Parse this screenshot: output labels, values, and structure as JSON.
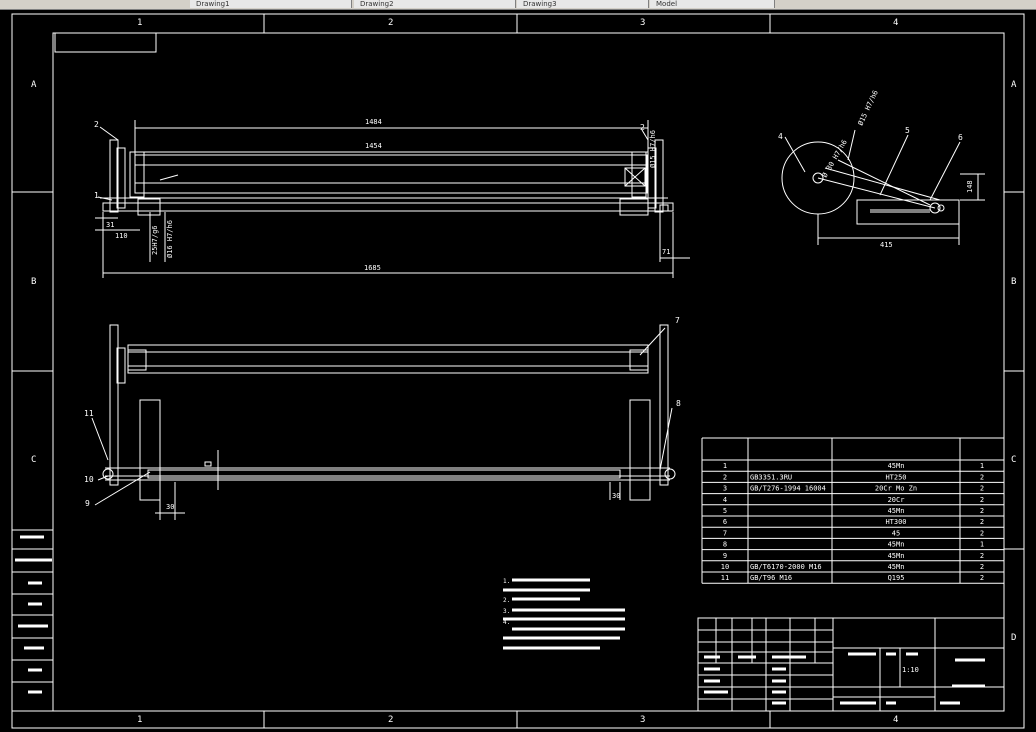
{
  "tabs": [
    {
      "label": "Drawing1"
    },
    {
      "label": "Drawing2"
    },
    {
      "label": "Drawing3"
    },
    {
      "label": "Model"
    }
  ],
  "border": {
    "columns": [
      "1",
      "2",
      "3",
      "4"
    ],
    "rows": [
      "A",
      "B",
      "C",
      "D"
    ]
  },
  "corner_label": "",
  "dims": {
    "top_1484": "1484",
    "top_1454": "1454",
    "d31": "31",
    "d110": "110",
    "fit_a": "25H7/g6",
    "fit_b": "Ø16 H7/h6",
    "d1685": "1685",
    "d71": "71",
    "right_fit": "Ø15 H7/h6",
    "d415": "415",
    "d148": "148",
    "side_fit": "Ø 30 H7/h6",
    "bot_30a": "30",
    "bot_30b": "30"
  },
  "balloons": {
    "b1": "1",
    "b2": "2",
    "b2r": "2",
    "b4": "4",
    "b5": "5",
    "b6": "6",
    "b7": "7",
    "b8": "8",
    "b9": "9",
    "b10": "10",
    "b11": "11"
  },
  "bom": {
    "headers": [
      "",
      "",
      "",
      ""
    ],
    "rows": [
      {
        "no": "1",
        "name": "",
        "material": "45Mn",
        "qty": "1"
      },
      {
        "no": "2",
        "name": "GB3351.3RU",
        "material": "HT250",
        "qty": "2"
      },
      {
        "no": "3",
        "name": "GB/T276-1994 16004",
        "material": "20Cr Mo Zn",
        "qty": "2"
      },
      {
        "no": "4",
        "name": "",
        "material": "20Cr",
        "qty": "2"
      },
      {
        "no": "5",
        "name": "",
        "material": "45Mn",
        "qty": "2"
      },
      {
        "no": "6",
        "name": "",
        "material": "HT300",
        "qty": "2"
      },
      {
        "no": "7",
        "name": "",
        "material": "45",
        "qty": "2"
      },
      {
        "no": "8",
        "name": "",
        "material": "45Mn",
        "qty": "1"
      },
      {
        "no": "9",
        "name": "",
        "material": "45Mn",
        "qty": "2"
      },
      {
        "no": "10",
        "name": "GB/T6170-2000 M16",
        "material": "45Mn",
        "qty": "2"
      },
      {
        "no": "11",
        "name": "GB/T96 M16",
        "material": "Q195",
        "qty": "2"
      }
    ]
  },
  "notes": {
    "title": "",
    "lines": [
      "1.",
      "2.",
      "3.",
      "4."
    ]
  },
  "title_block": {
    "scale": "1:10",
    "part_name": "",
    "drawing_no": ""
  },
  "left_strip": [
    "",
    "",
    "",
    "",
    "",
    "",
    "",
    ""
  ]
}
